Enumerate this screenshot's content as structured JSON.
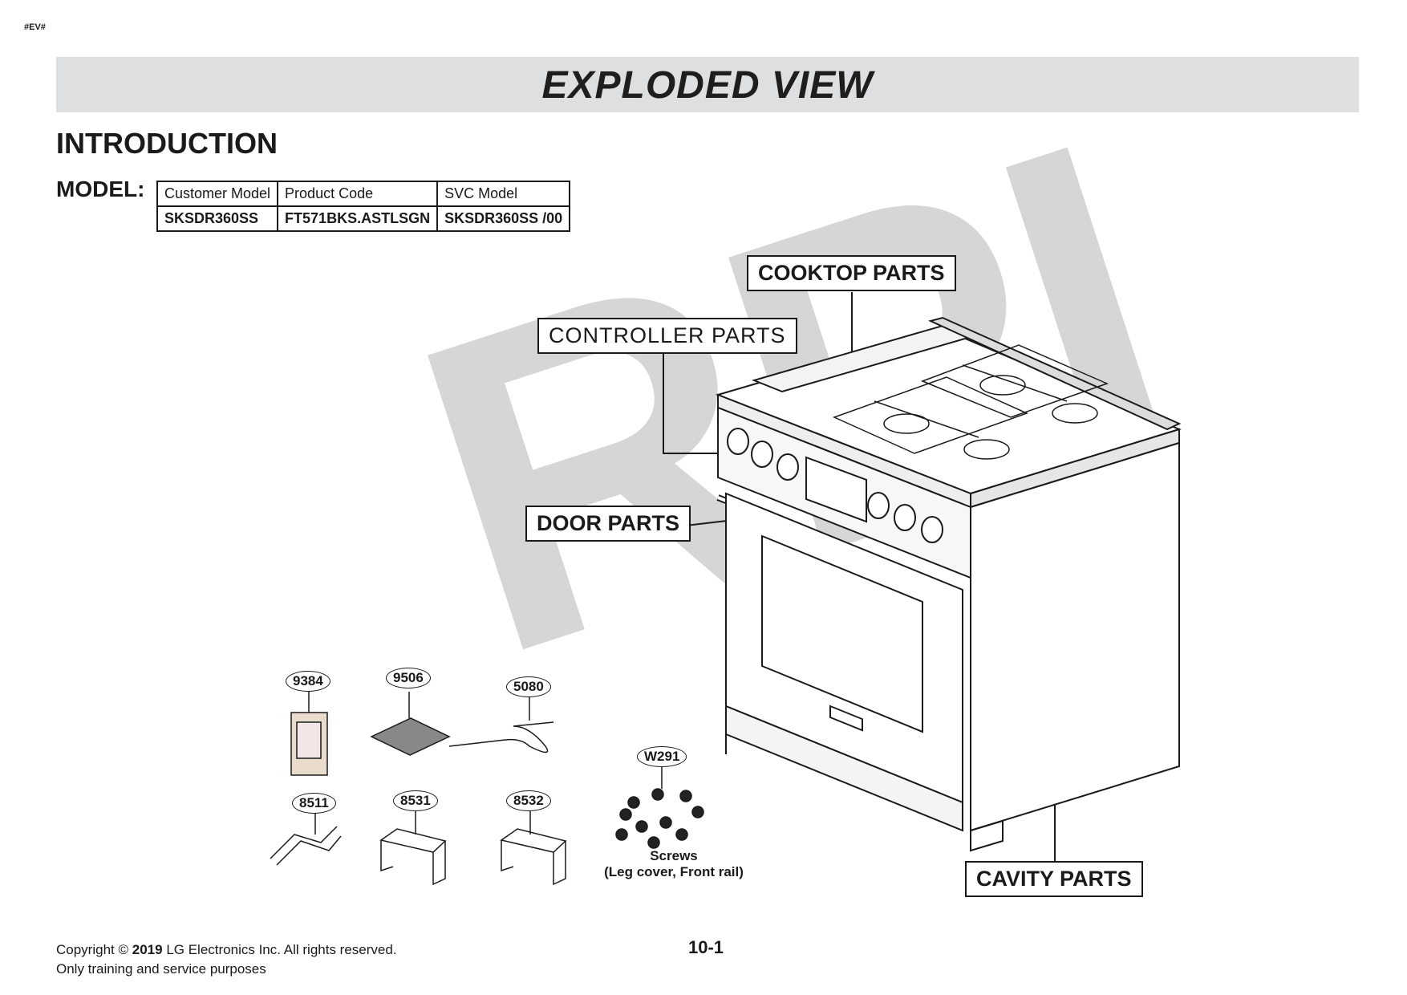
{
  "header": {
    "corner_tag": "#EV#",
    "title": "EXPLODED VIEW"
  },
  "intro": {
    "heading": "INTRODUCTION",
    "model_label": "MODEL:"
  },
  "model_table": {
    "headers": [
      "Customer Model",
      "Product Code",
      "SVC Model"
    ],
    "values": [
      "SKSDR360SS",
      "FT571BKS.ASTLSGN",
      "SKSDR360SS /00"
    ]
  },
  "callouts": {
    "cooktop": "COOKTOP PARTS",
    "controller": "CONTROLLER  PARTS",
    "door": "DOOR PARTS",
    "cavity": "CAVITY PARTS"
  },
  "watermark": "RPI",
  "parts": {
    "p9384": "9384",
    "p9506": "9506",
    "p5080": "5080",
    "p8511": "8511",
    "p8531": "8531",
    "p8532": "8532",
    "pW291": "W291"
  },
  "screws_caption": {
    "line1": "Screws",
    "line2": "(Leg cover, Front rail)"
  },
  "footer": {
    "copyright_prefix": "Copyright ©",
    "year": "2019",
    "copyright_suffix": "LG Electronics Inc. All rights reserved.",
    "line2": "Only training and service purposes",
    "page_number": "10-1"
  },
  "colors": {
    "title_bar": "#dedfe0",
    "watermark": "#c9c9c9",
    "ink": "#1a1a1a"
  }
}
